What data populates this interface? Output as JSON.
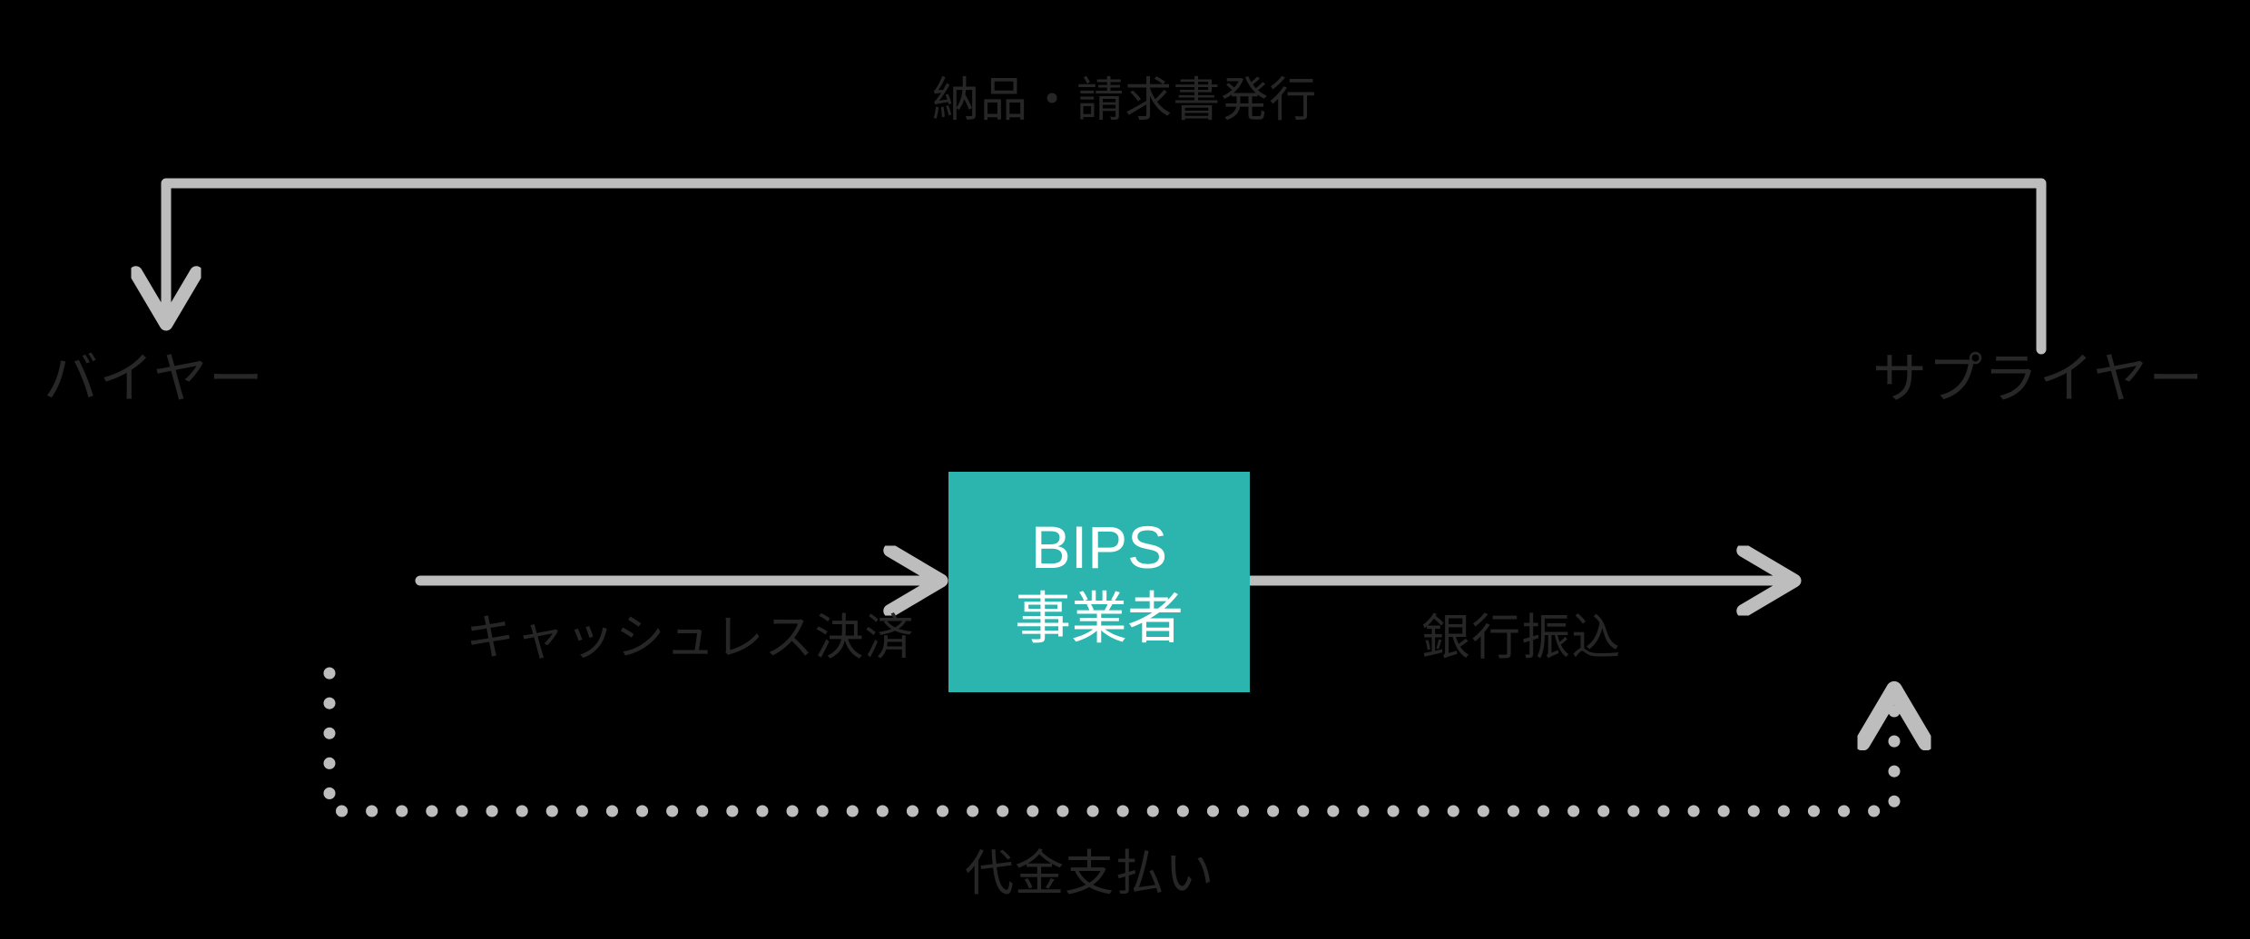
{
  "diagram": {
    "title": "BIPS payment flow",
    "background_color": "#000000",
    "accent_color": "#2bb5ae",
    "line_color": "#bdbdbd",
    "label_color": "#272727",
    "box_text_color": "#ffffff",
    "nodes": [
      {
        "id": "buyer",
        "label": "バイヤー"
      },
      {
        "id": "supplier",
        "label": "サプライヤー"
      },
      {
        "id": "bips",
        "label_line1": "BIPS",
        "label_line2": "事業者"
      }
    ],
    "edges": [
      {
        "id": "delivery",
        "label": "納品・請求書発行",
        "from": "supplier",
        "to": "buyer",
        "style": "solid-elbow"
      },
      {
        "id": "cashless",
        "label": "キャッシュレス決済",
        "from": "buyer",
        "to": "bips",
        "style": "solid"
      },
      {
        "id": "bank-transfer",
        "label": "銀行振込",
        "from": "bips",
        "to": "supplier",
        "style": "solid"
      },
      {
        "id": "payment",
        "label": "代金支払い",
        "from": "buyer",
        "to": "supplier",
        "style": "dotted-elbow"
      }
    ]
  }
}
